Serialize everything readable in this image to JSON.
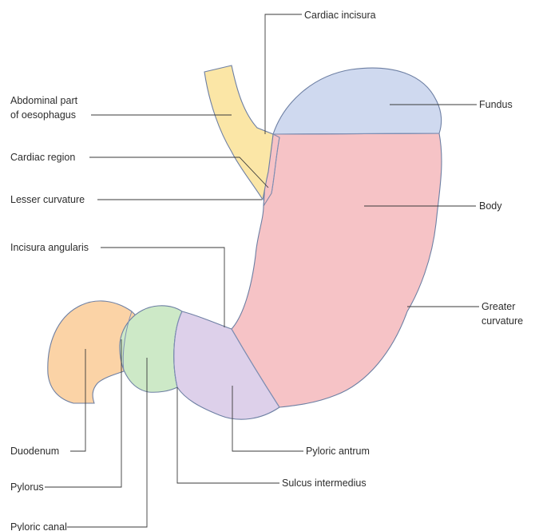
{
  "labels": {
    "cardiac_incisura": "Cardiac incisura",
    "abdominal_oesophagus_line1": "Abdominal part",
    "abdominal_oesophagus_line2": "of oesophagus",
    "fundus": "Fundus",
    "cardiac_region": "Cardiac region",
    "lesser_curvature": "Lesser curvature",
    "body": "Body",
    "incisura_angularis": "Incisura angularis",
    "greater_curvature_line1": "Greater",
    "greater_curvature_line2": "curvature",
    "duodenum": "Duodenum",
    "pyloric_antrum": "Pyloric antrum",
    "pylorus": "Pylorus",
    "sulcus_intermedius": "Sulcus intermedius",
    "pyloric_canal": "Pyloric canal"
  },
  "colors": {
    "oesophagus": "#fbe6a6",
    "fundus": "#cfd9ef",
    "body": "#f6c3c6",
    "pyloric_antrum": "#ddd0ea",
    "pyloric_canal": "#cde9c7",
    "duodenum": "#fbd3a6",
    "outline": "#6d7fa3",
    "leader_line": "#3a3a3a",
    "label_text": "#2d2d2d"
  }
}
